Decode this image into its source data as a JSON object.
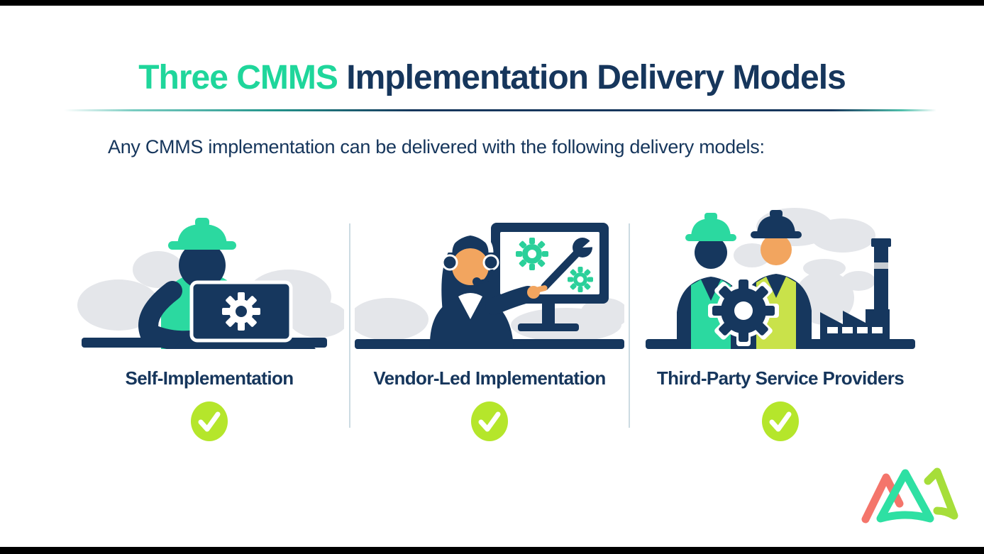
{
  "header": {
    "title_highlight": "Three CMMS",
    "title_rest": " Implementation Delivery Models",
    "subtitle": "Any CMMS implementation can be delivered with the following delivery models:"
  },
  "models": [
    {
      "label": "Self-Implementation",
      "icon": "worker-laptop-gear-illustration",
      "status_icon": "check-icon"
    },
    {
      "label": "Vendor-Led Implementation",
      "icon": "support-agent-monitor-illustration",
      "status_icon": "check-icon"
    },
    {
      "label": "Third-Party Service Providers",
      "icon": "two-workers-gear-factory-illustration",
      "status_icon": "check-icon"
    }
  ],
  "colors": {
    "navy": "#16375e",
    "green": "#2bd9a0",
    "check_lime": "#b5e62b",
    "vest_lime": "#c9e24a",
    "skin": "#f2a55f",
    "cloud_gray": "#e4e6ea",
    "divider": "#ccdbe2",
    "logo_coral": "#f4756b",
    "logo_green": "#2ee0a3",
    "logo_lime": "#a6de3a"
  },
  "logo": {
    "name": "triangle-brand-logo"
  }
}
